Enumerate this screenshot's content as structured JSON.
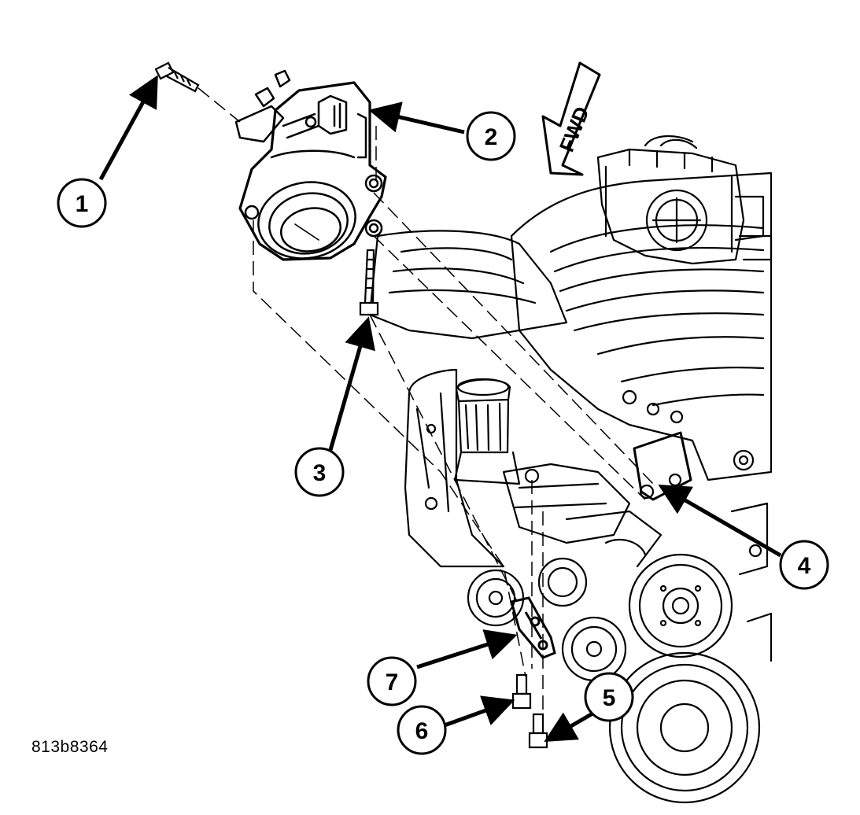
{
  "figure_id": "813b8364",
  "direction_label": "FWD",
  "callouts": [
    {
      "label": "1"
    },
    {
      "label": "2"
    },
    {
      "label": "3"
    },
    {
      "label": "4"
    },
    {
      "label": "5"
    },
    {
      "label": "6"
    },
    {
      "label": "7"
    }
  ],
  "colors": {
    "ink": "#000000",
    "paper": "#ffffff"
  }
}
